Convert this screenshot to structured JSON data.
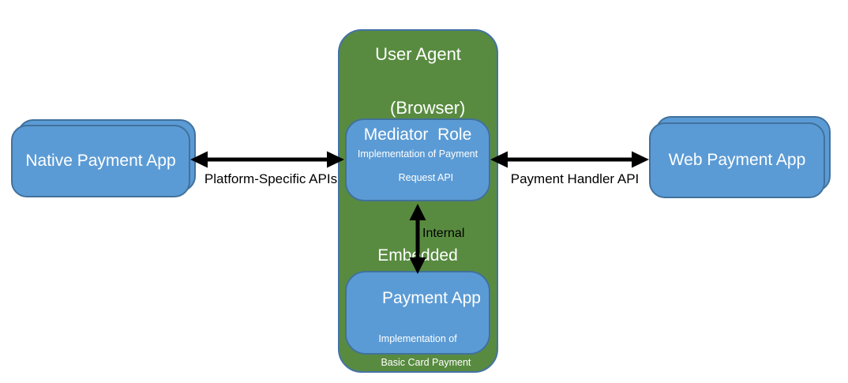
{
  "colors": {
    "box_fill": "#5B9BD5",
    "box_border": "#41719C",
    "container_fill": "#588B40",
    "container_border": "#4472A4",
    "arrow": "#000000",
    "node_text": "#FFFFFF",
    "label_text": "#000000"
  },
  "user_agent": {
    "title_line1": "User Agent",
    "title_line2": "(Browser)"
  },
  "nodes": {
    "native": {
      "label": "Native Payment App"
    },
    "mediator": {
      "title": "Mediator  Role",
      "subtitle_line1": "Implementation of Payment",
      "subtitle_line2": "Request API"
    },
    "embedded": {
      "title_line1": "Embedded",
      "title_line2": "Payment App",
      "subtitle_line1": "Implementation of",
      "subtitle_line2": "Basic Card Payment"
    },
    "web": {
      "label": "Web Payment App"
    }
  },
  "edges": {
    "platform_specific": {
      "label": "Platform-Specific APIs"
    },
    "payment_handler": {
      "label": "Payment Handler API"
    },
    "internal": {
      "label": "Internal"
    }
  }
}
